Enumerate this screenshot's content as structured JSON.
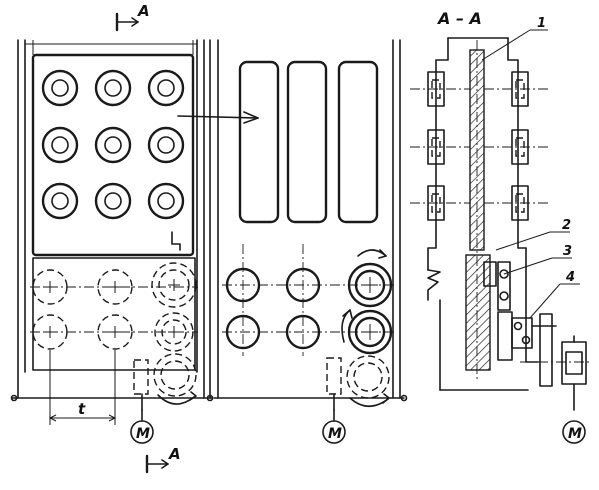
{
  "labels": {
    "section_top": "A",
    "section_bottom": "A",
    "section_title": "A – A",
    "dim_t": "t",
    "callout_1": "1",
    "callout_2": "2",
    "callout_3": "3",
    "callout_4": "4",
    "motor_1": "M",
    "motor_2": "M",
    "motor_3": "M"
  },
  "colors": {
    "ink": "#1a1a1a",
    "paper": "#ffffff"
  }
}
